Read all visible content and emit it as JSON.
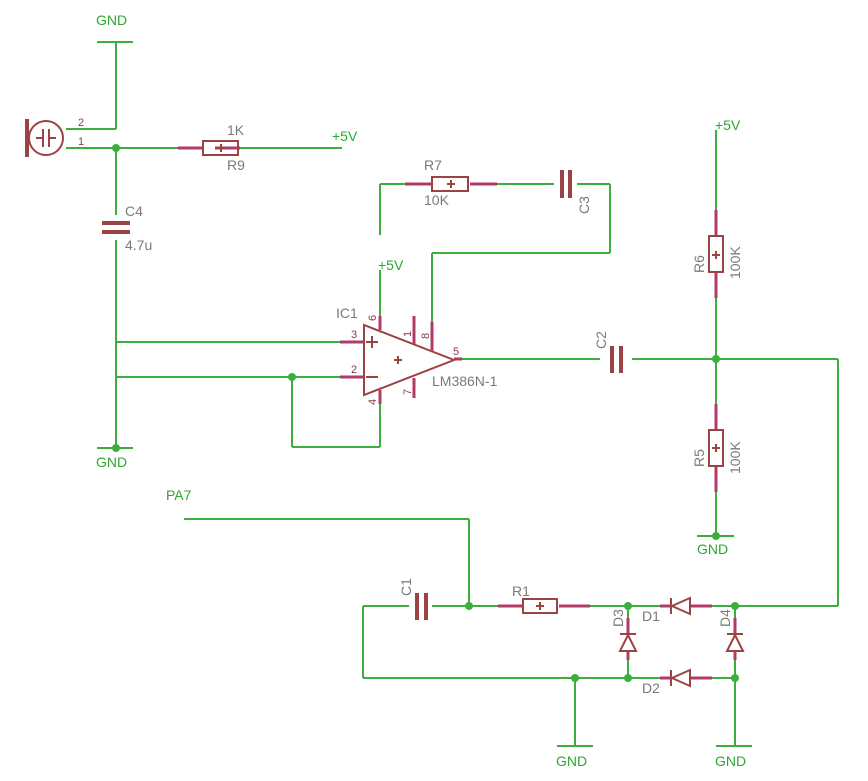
{
  "nets": {
    "gnd": "GND",
    "vcc": "+5V",
    "pa7": "PA7"
  },
  "r9": {
    "name": "R9",
    "value": "1K"
  },
  "r7": {
    "name": "R7",
    "value": "10K"
  },
  "r6": {
    "name": "R6",
    "value": "100K"
  },
  "r5": {
    "name": "R5",
    "value": "100K"
  },
  "r1": {
    "name": "R1"
  },
  "c1": {
    "name": "C1"
  },
  "c2": {
    "name": "C2"
  },
  "c3": {
    "name": "C3"
  },
  "c4": {
    "name": "C4",
    "value": "4.7u"
  },
  "ic1": {
    "name": "IC1",
    "value": "LM386N-1",
    "pins": {
      "p1": "1",
      "p2": "2",
      "p3": "3",
      "p4": "4",
      "p5": "5",
      "p6": "6",
      "p7": "7",
      "p8": "8"
    }
  },
  "mic": {
    "pin1": "1",
    "pin2": "2"
  },
  "diodes": {
    "d1": "D1",
    "d2": "D2",
    "d3": "D3",
    "d4": "D4"
  },
  "colors": {
    "wire": "#3cae3c",
    "component": "#9b4343",
    "text": "#7a7a7a",
    "netlabel": "#2ea82e"
  }
}
